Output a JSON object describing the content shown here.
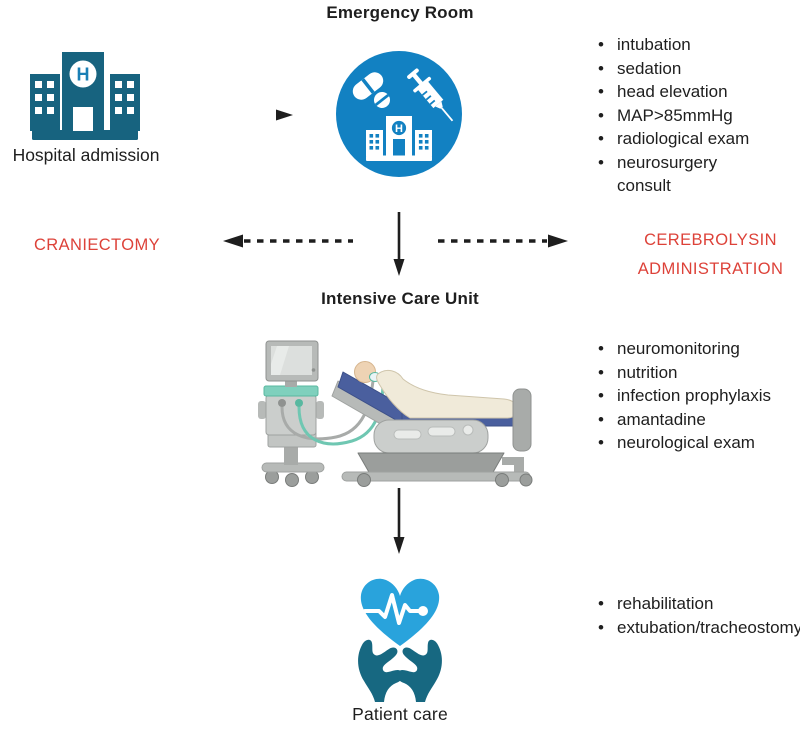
{
  "colors": {
    "accent_blue": "#1281c2",
    "hospital_teal": "#17637f",
    "heart_blue": "#29a3dc",
    "hands_teal": "#176881",
    "highlight_red": "#dd4239",
    "text": "#1e1e1e"
  },
  "icons": {
    "hospital_admission": "hospital-building-icon",
    "emergency_room": "medication-syringe-hospital-icon",
    "icu": "icu-bed-ventilator-illustration",
    "patient_care": "heart-in-hands-icon"
  },
  "stages": {
    "hospital_admission": {
      "label": "Hospital admission",
      "icon_letter": "H"
    },
    "emergency_room": {
      "title": "Emergency Room",
      "icon_letter": "H",
      "items": [
        "intubation",
        "sedation",
        "head elevation",
        "MAP>85mmHg",
        "radiological exam",
        "neurosurgery consult"
      ]
    },
    "craniectomy": {
      "label": "CRANIECTOMY"
    },
    "cerebrolysin": {
      "label": "CEREBROLYSIN ADMINISTRATION"
    },
    "icu": {
      "title": "Intensive Care Unit",
      "items": [
        "neuromonitoring",
        "nutrition",
        "infection prophylaxis",
        "amantadine",
        "neurological exam"
      ]
    },
    "patient_care": {
      "label": "Patient care",
      "items": [
        "rehabilitation",
        "extubation/tracheostomy"
      ]
    }
  }
}
